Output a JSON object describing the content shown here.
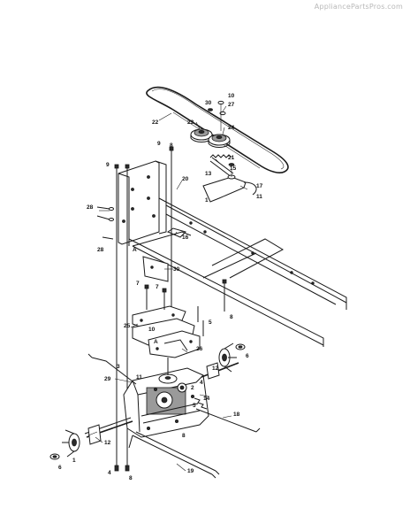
{
  "watermark": "AppliancePartsPros.com",
  "callouts": [
    {
      "id": "c-10-top",
      "label": "10"
    },
    {
      "id": "c-30-top",
      "label": "30"
    },
    {
      "id": "c-27",
      "label": "27"
    },
    {
      "id": "c-22",
      "label": "22"
    },
    {
      "id": "c-23",
      "label": "23"
    },
    {
      "id": "c-24",
      "label": "24"
    },
    {
      "id": "c-9-a",
      "label": "9"
    },
    {
      "id": "c-8-a",
      "label": "8"
    },
    {
      "id": "c-21",
      "label": "21"
    },
    {
      "id": "c-13",
      "label": "13"
    },
    {
      "id": "c-15",
      "label": "15"
    },
    {
      "id": "c-17",
      "label": "17"
    },
    {
      "id": "c-11-a",
      "label": "11"
    },
    {
      "id": "c-1-a",
      "label": "1"
    },
    {
      "id": "c-9-b",
      "label": "9"
    },
    {
      "id": "c-20",
      "label": "20"
    },
    {
      "id": "c-28-a",
      "label": "28"
    },
    {
      "id": "c-28-b",
      "label": "28"
    },
    {
      "id": "c-16",
      "label": "16"
    },
    {
      "id": "c-A-a",
      "label": "A"
    },
    {
      "id": "c-30-mid",
      "label": "30"
    },
    {
      "id": "c-7-a",
      "label": "7"
    },
    {
      "id": "c-7-b",
      "label": "7"
    },
    {
      "id": "c-8-b",
      "label": "8"
    },
    {
      "id": "c-5-a",
      "label": "5"
    },
    {
      "id": "c-25",
      "label": "25"
    },
    {
      "id": "c-10-mid",
      "label": "10"
    },
    {
      "id": "c-A-b",
      "label": "A"
    },
    {
      "id": "c-26",
      "label": "26"
    },
    {
      "id": "c-3",
      "label": "3"
    },
    {
      "id": "c-6-a",
      "label": "6"
    },
    {
      "id": "c-29",
      "label": "29"
    },
    {
      "id": "c-11-b",
      "label": "11"
    },
    {
      "id": "c-2",
      "label": "2"
    },
    {
      "id": "c-4-a",
      "label": "4"
    },
    {
      "id": "c-14",
      "label": "14"
    },
    {
      "id": "c-5-b",
      "label": "5"
    },
    {
      "id": "c-18",
      "label": "18"
    },
    {
      "id": "c-12-a",
      "label": "12"
    },
    {
      "id": "c-12-b",
      "label": "12"
    },
    {
      "id": "c-8-c",
      "label": "8"
    },
    {
      "id": "c-1-b",
      "label": "1"
    },
    {
      "id": "c-6-b",
      "label": "6"
    },
    {
      "id": "c-19",
      "label": "19"
    },
    {
      "id": "c-4-b",
      "label": "4"
    },
    {
      "id": "c-8-d",
      "label": "8"
    }
  ]
}
